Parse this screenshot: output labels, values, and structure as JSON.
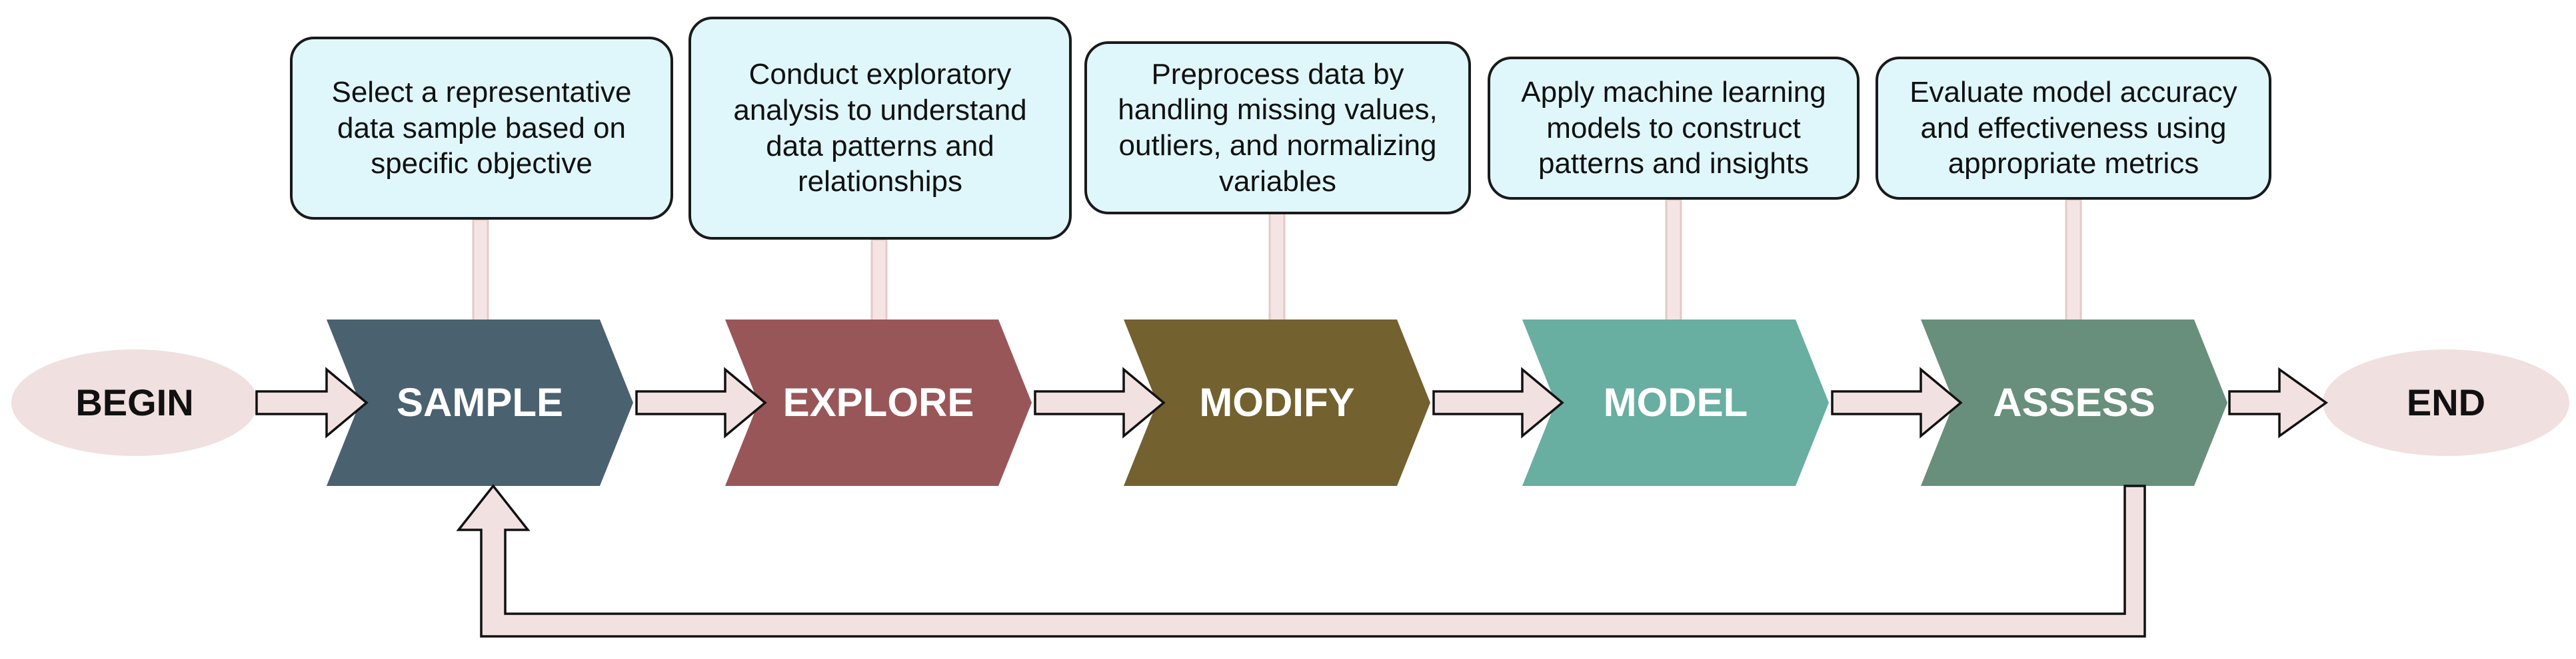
{
  "diagram": {
    "start_node": "BEGIN",
    "end_node": "END",
    "stages": [
      {
        "label": "SAMPLE",
        "color": "#4a6170",
        "description": "Select a representative data sample based on specific objective"
      },
      {
        "label": "EXPLORE",
        "color": "#995659",
        "description": "Conduct exploratory analysis to understand data patterns and relationships"
      },
      {
        "label": "MODIFY",
        "color": "#73612f",
        "description": "Preprocess data by handling missing values, outliers, and normalizing variables"
      },
      {
        "label": "MODEL",
        "color": "#68aea1",
        "description": "Apply machine learning models to construct patterns and insights"
      },
      {
        "label": "ASSESS",
        "color": "#678f7c",
        "description": "Evaluate model accuracy and effectiveness using appropriate metrics"
      }
    ],
    "colors": {
      "terminal_fill": "#f1e0e0",
      "connector_fill": "#f2e1e1",
      "description_fill": "#dff7fb"
    }
  }
}
